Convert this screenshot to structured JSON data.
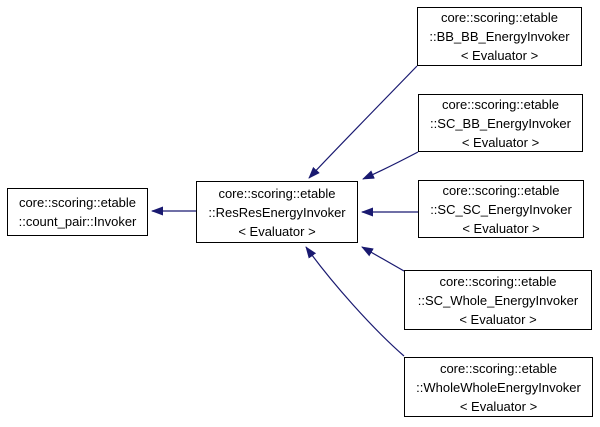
{
  "diagram": {
    "type": "inheritance-graph",
    "colors": {
      "arrow": "#191970",
      "border": "#000000",
      "fill": "#ffffff",
      "text": "#000000",
      "background": "#ffffff"
    },
    "nodes": {
      "base": {
        "lines": [
          "core::scoring::etable",
          "::count_pair::Invoker"
        ]
      },
      "center": {
        "lines": [
          "core::scoring::etable",
          "::ResResEnergyInvoker",
          "< Evaluator >"
        ]
      },
      "derived": [
        {
          "lines": [
            "core::scoring::etable",
            "::BB_BB_EnergyInvoker",
            "< Evaluator >"
          ]
        },
        {
          "lines": [
            "core::scoring::etable",
            "::SC_BB_EnergyInvoker",
            "< Evaluator >"
          ]
        },
        {
          "lines": [
            "core::scoring::etable",
            "::SC_SC_EnergyInvoker",
            "< Evaluator >"
          ]
        },
        {
          "lines": [
            "core::scoring::etable",
            "::SC_Whole_EnergyInvoker",
            "< Evaluator >"
          ]
        },
        {
          "lines": [
            "core::scoring::etable",
            "::WholeWholeEnergyInvoker",
            "< Evaluator >"
          ]
        }
      ]
    },
    "edges": [
      {
        "from": "core::scoring::etable::ResResEnergyInvoker< Evaluator >",
        "to": "core::scoring::etable::count_pair::Invoker"
      },
      {
        "from": "core::scoring::etable::BB_BB_EnergyInvoker< Evaluator >",
        "to": "core::scoring::etable::ResResEnergyInvoker< Evaluator >"
      },
      {
        "from": "core::scoring::etable::SC_BB_EnergyInvoker< Evaluator >",
        "to": "core::scoring::etable::ResResEnergyInvoker< Evaluator >"
      },
      {
        "from": "core::scoring::etable::SC_SC_EnergyInvoker< Evaluator >",
        "to": "core::scoring::etable::ResResEnergyInvoker< Evaluator >"
      },
      {
        "from": "core::scoring::etable::SC_Whole_EnergyInvoker< Evaluator >",
        "to": "core::scoring::etable::ResResEnergyInvoker< Evaluator >"
      },
      {
        "from": "core::scoring::etable::WholeWholeEnergyInvoker< Evaluator >",
        "to": "core::scoring::etable::ResResEnergyInvoker< Evaluator >"
      }
    ]
  }
}
